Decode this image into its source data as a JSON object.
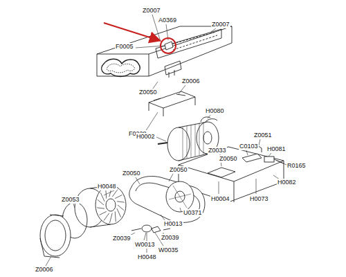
{
  "diagram": {
    "labels": [
      "Z0007",
      "A0369",
      "Z0007",
      "F0005",
      "Z0050",
      "Z0006",
      "F0228",
      "H0080",
      "H0002",
      "Z0051",
      "C0103",
      "Z0033",
      "H0081",
      "R0165",
      "Z0050",
      "H0082",
      "Z0050",
      "Z0050",
      "H0004",
      "H0073",
      "H0048",
      "Z0053",
      "U0371",
      "H0013",
      "Z0039",
      "Z0039",
      "W0013",
      "W0035",
      "H0048",
      "Z0006"
    ]
  }
}
